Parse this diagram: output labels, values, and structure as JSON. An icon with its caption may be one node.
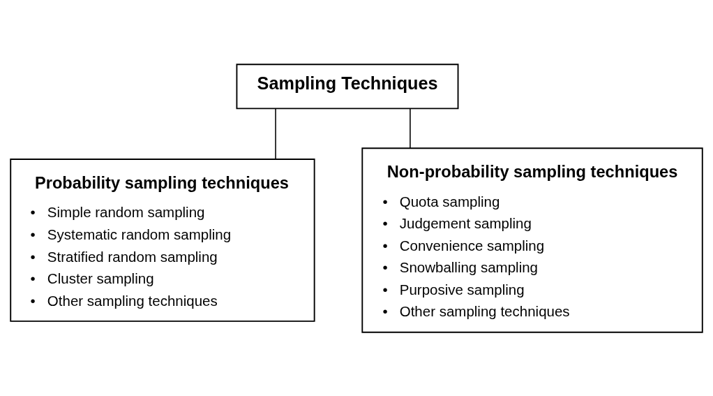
{
  "diagram": {
    "nodes": [
      {
        "text": [
          "Sampling Techniques"
        ]
      },
      {
        "text": [
          "Probability sampling techniques",
          "•   Simple random sampling",
          "•   Systematic random sampling",
          "•   Stratified random sampling",
          "•   Cluster sampling",
          "•   Other sampling techniques"
        ]
      },
      {
        "text": [
          "Non-probability sampling techniques",
          "•   Quota sampling",
          "•   Judgement sampling",
          "•   Convenience sampling",
          "•   Snowballing sampling",
          "•   Purposive sampling",
          "•   Other sampling techniques"
        ]
      }
    ],
    "edges": [
      {
        "from": 0,
        "to": 1,
        "arrow": "none"
      },
      {
        "from": 0,
        "to": 2,
        "arrow": "none"
      }
    ]
  }
}
